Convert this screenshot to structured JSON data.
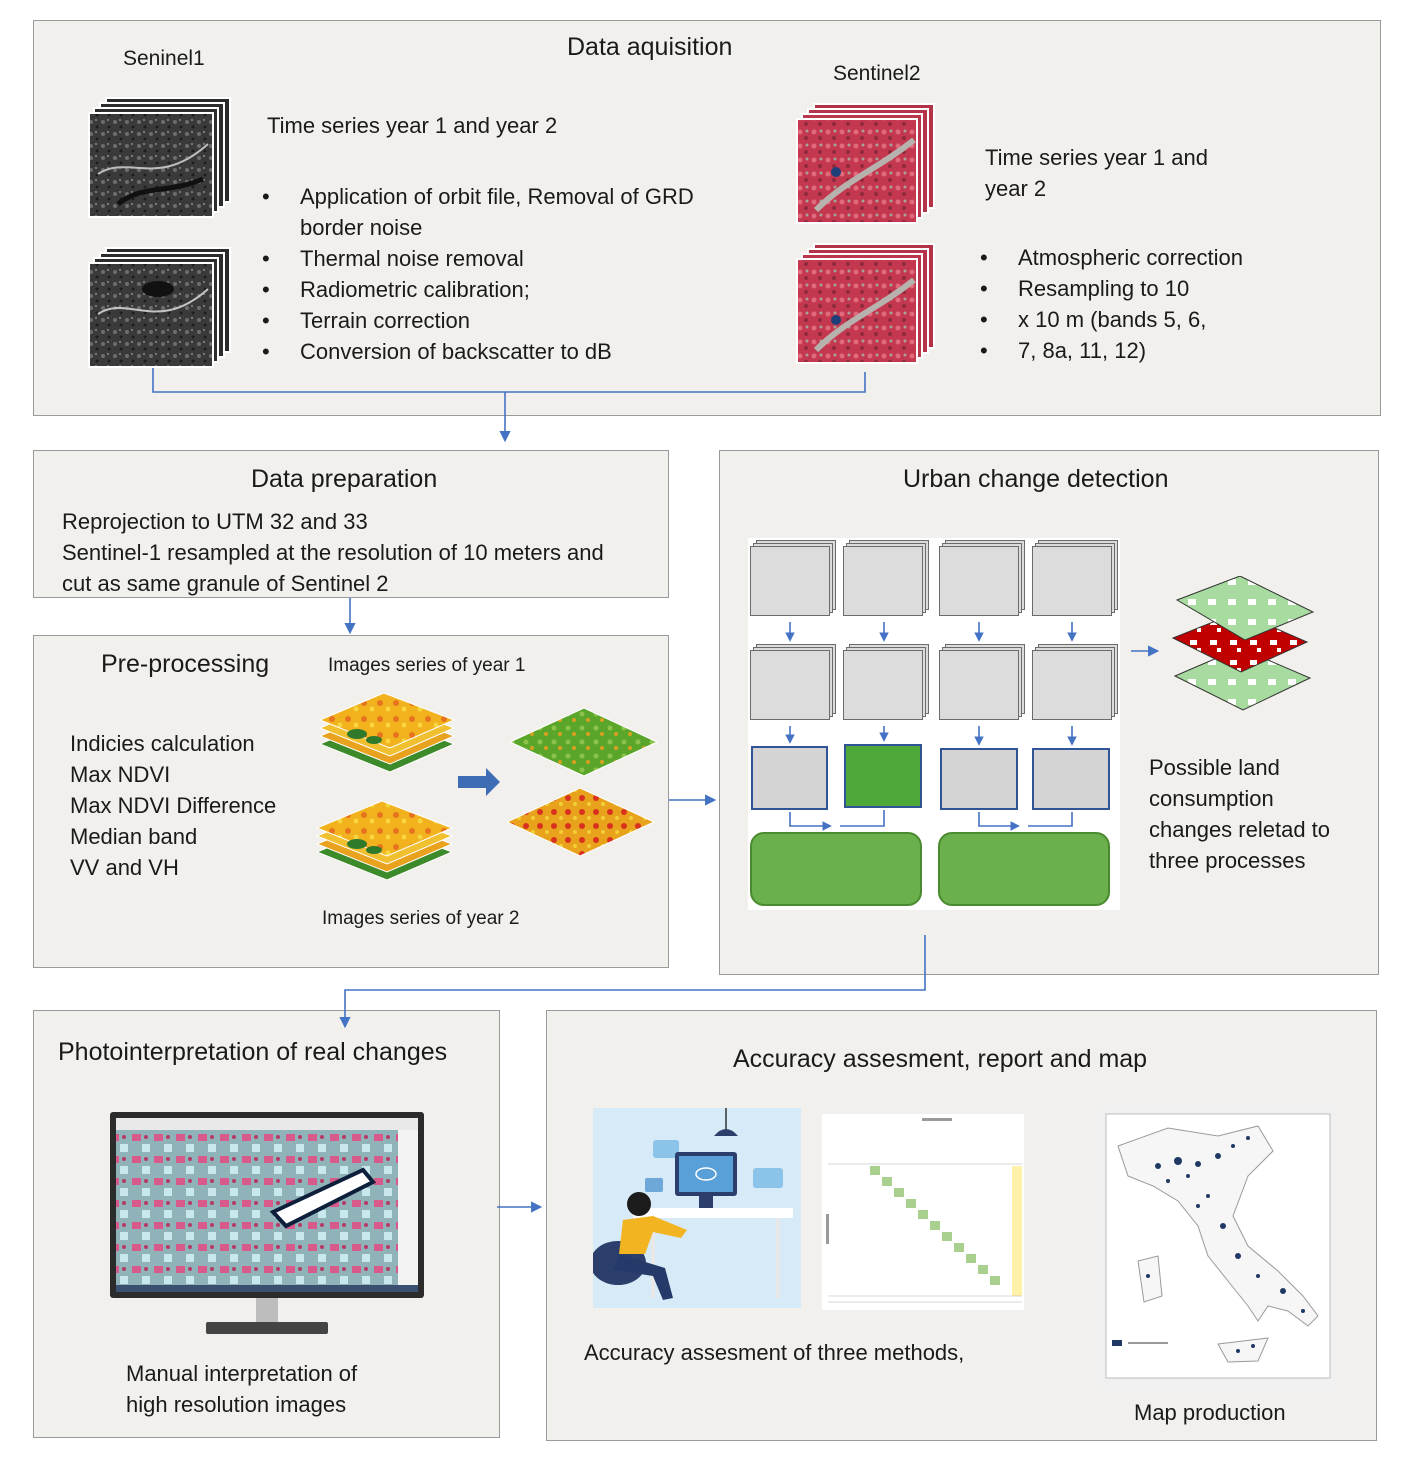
{
  "acquisition": {
    "title": "Data aquisition",
    "s1_label": "Seninel1",
    "s2_label": "Sentinel2",
    "s1_heading": "Time series year 1 and year 2",
    "s1_steps": [
      "Application of orbit file, Removal of GRD",
      "Thermal noise removal",
      "Radiometric calibration;",
      "Terrain correction",
      "Conversion of backscatter to dB"
    ],
    "s1_step1_cont": "border noise",
    "s2_heading_1": "Time series year 1 and",
    "s2_heading_2": "year 2",
    "s2_steps": [
      "Atmospheric correction",
      "Resampling to 10",
      "x 10 m (bands 5, 6,",
      "7, 8a, 11, 12)"
    ]
  },
  "preparation": {
    "title": "Data preparation",
    "lines": [
      "Reprojection to UTM 32 and 33",
      "Sentinel-1 resampled at the resolution of 10 meters and",
      "cut as same granule of Sentinel 2"
    ]
  },
  "preprocessing": {
    "title": "Pre-processing",
    "series_year1": "Images series of year 1",
    "series_year2": "Images series of year 2",
    "items": [
      "Indicies calculation",
      "Max NDVI",
      "Max NDVI Difference",
      "Median band",
      "VV and VH"
    ]
  },
  "urban": {
    "title": "Urban change detection",
    "result_lines": [
      "Possible land",
      "consumption",
      "changes reletad to",
      "three processes"
    ]
  },
  "photo": {
    "title": "Photointerpretation of real changes",
    "caption_lines": [
      "Manual interpretation of",
      "high resolution images"
    ]
  },
  "accuracy": {
    "title": "Accuracy assesment, report and map",
    "caption": "Accuracy assesment of three methods,",
    "map_caption": "Map production"
  },
  "colors": {
    "panel_bg": "#f1f0ec",
    "panel_border": "#9a9a9a",
    "arrow": "#4472c4",
    "green_box": "#6ab04c",
    "change_red": "#c00000"
  }
}
